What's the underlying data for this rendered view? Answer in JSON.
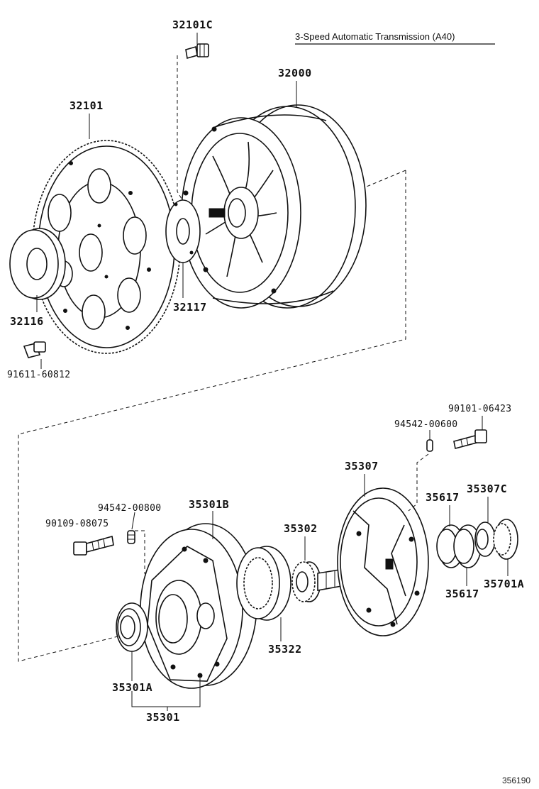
{
  "title": "3-Speed Automatic Transmission (A40)",
  "figure_number": "356190",
  "parts": {
    "p32101C": "32101C",
    "p32000": "32000",
    "p32101": "32101",
    "p32116": "32116",
    "p32117": "32117",
    "p91611": "91611-60812",
    "p90101": "90101-06423",
    "p94542_600": "94542-00600",
    "p35307": "35307",
    "p35307C": "35307C",
    "p35617a": "35617",
    "p35617b": "35617",
    "p35701A": "35701A",
    "p94542_800": "94542-00800",
    "p35301B": "35301B",
    "p90109": "90109-08075",
    "p35302": "35302",
    "p35322": "35322",
    "p35301A": "35301A",
    "p35301": "35301"
  }
}
